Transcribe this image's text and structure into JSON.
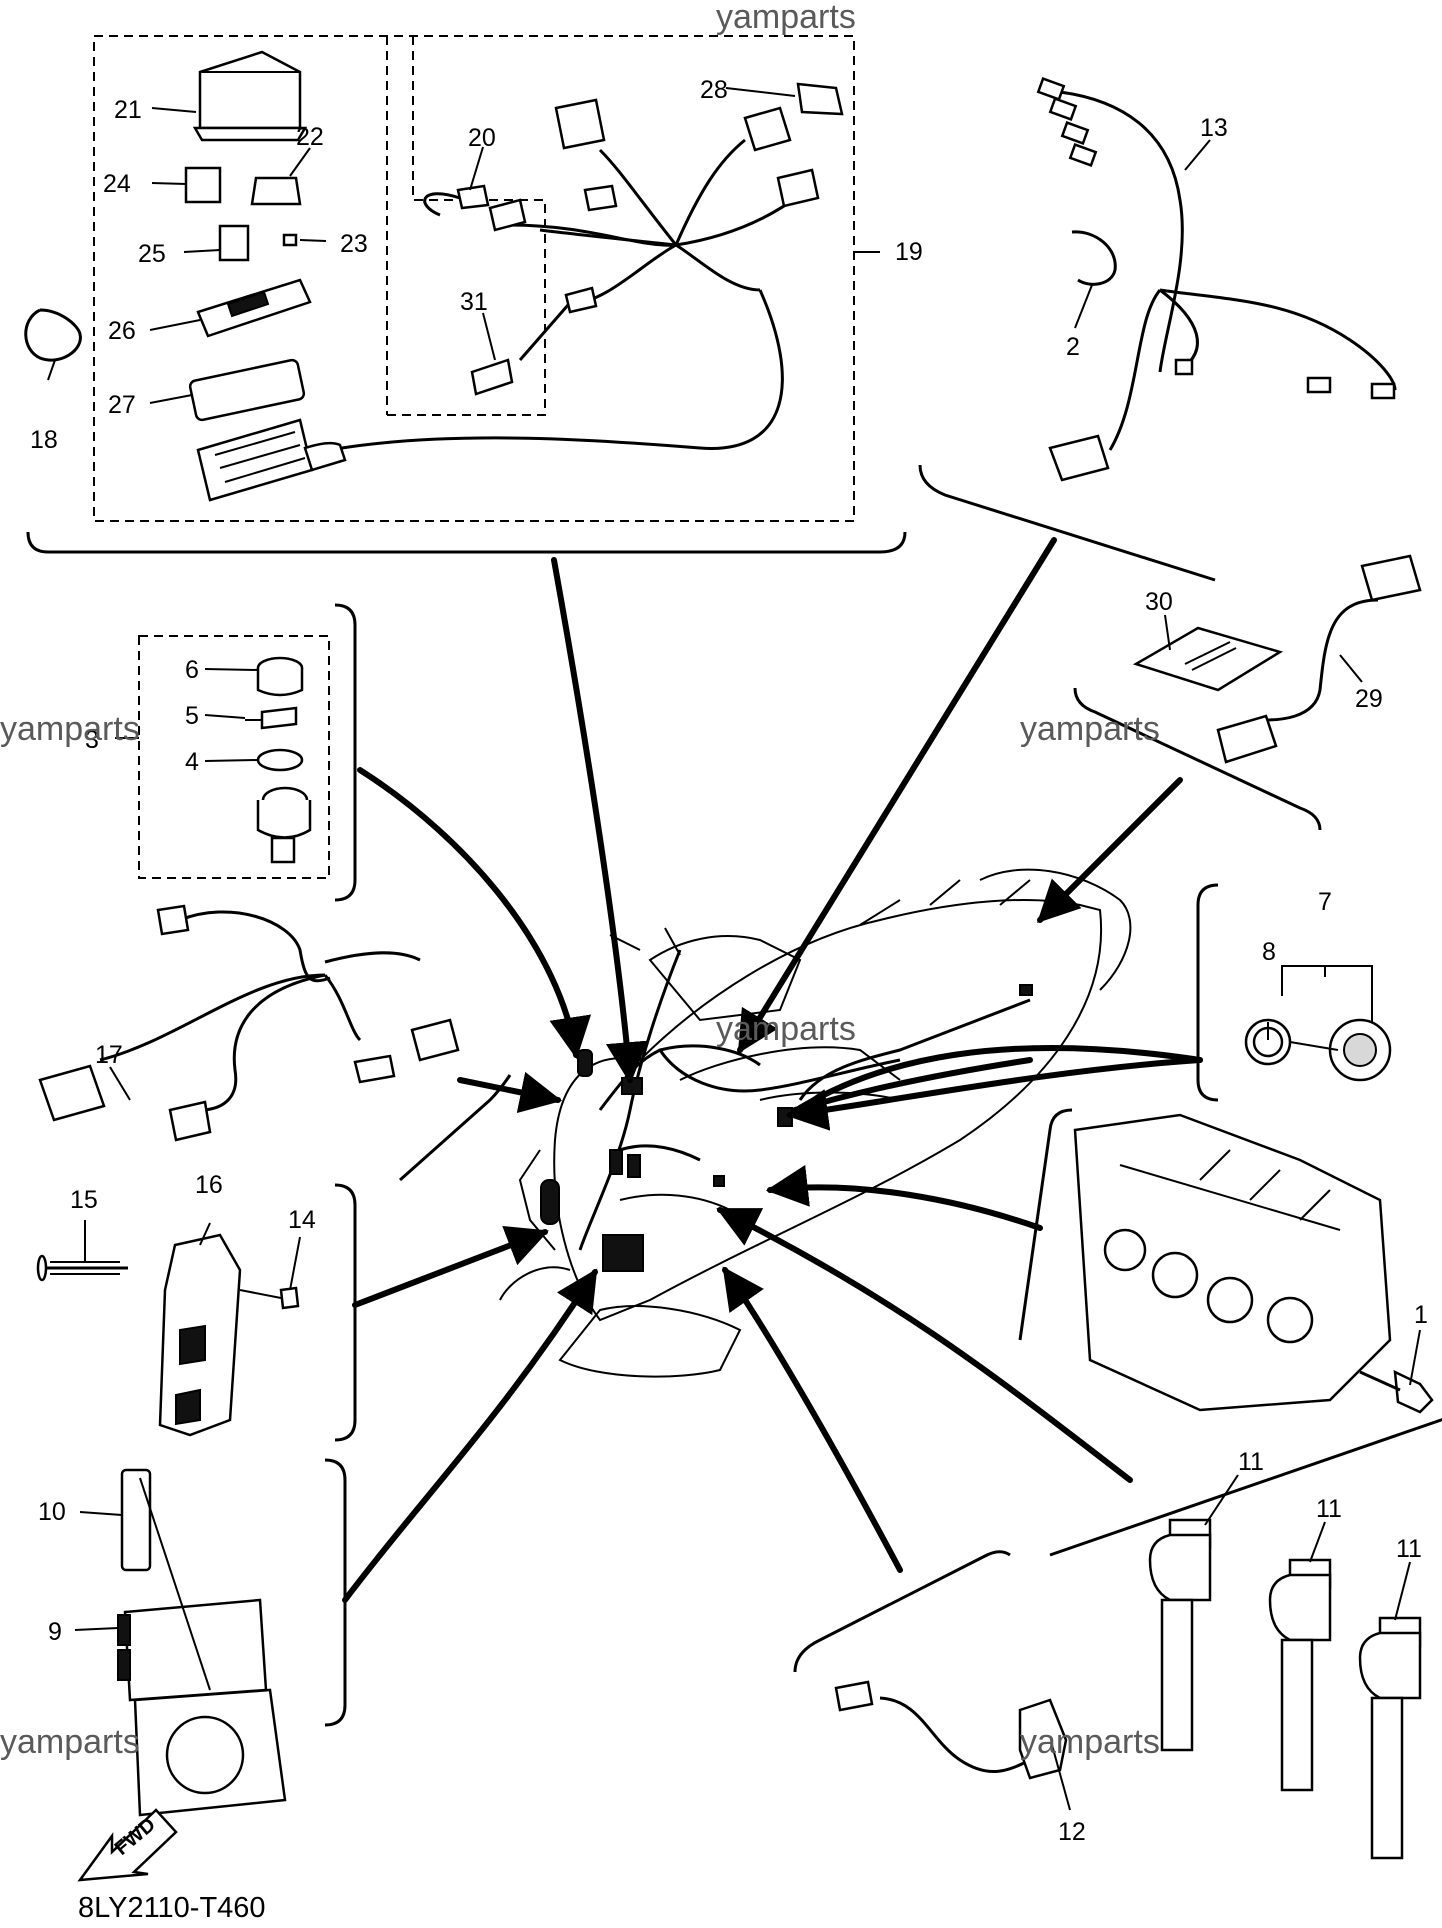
{
  "diagram": {
    "code": "8LY2110-T460",
    "fwd_label": "FWD",
    "watermark": "yamparts",
    "callouts": [
      "1",
      "2",
      "3",
      "4",
      "5",
      "6",
      "7",
      "8",
      "9",
      "10",
      "11",
      "12",
      "13",
      "14",
      "15",
      "16",
      "17",
      "18",
      "19",
      "20",
      "21",
      "22",
      "23",
      "24",
      "25",
      "26",
      "27",
      "28",
      "29",
      "30",
      "31"
    ]
  }
}
